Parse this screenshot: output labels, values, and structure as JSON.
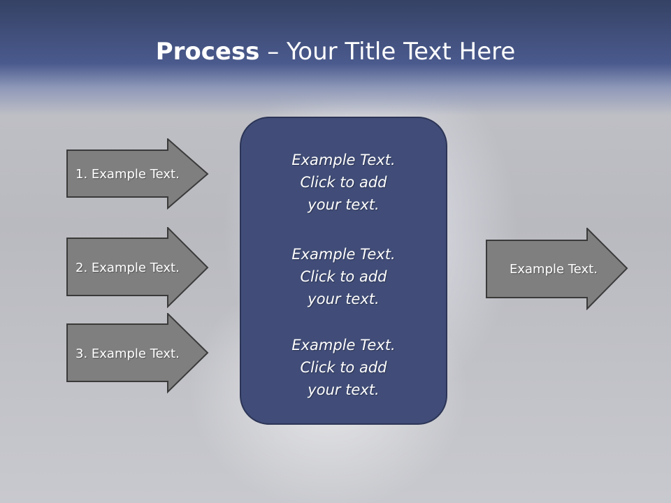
{
  "title": {
    "bold": "Process",
    "rest": " – Your Title Text Here"
  },
  "left_arrows": [
    {
      "label": "1. Example Text."
    },
    {
      "label": "2. Example Text."
    },
    {
      "label": "3. Example Text."
    }
  ],
  "center_blocks": [
    {
      "line1": "Example Text.",
      "line2": "Click  to add",
      "line3": "your text."
    },
    {
      "line1": "Example Text.",
      "line2": "Click  to add",
      "line3": "your text."
    },
    {
      "line1": "Example Text.",
      "line2": "Click  to add",
      "line3": "your text."
    }
  ],
  "right_arrow": {
    "label": "Example Text."
  },
  "colors": {
    "title_band": "#3f4c7a",
    "center_box": "#414d78",
    "arrow_fill": "#7f7f7f",
    "arrow_stroke": "#3a3a3a"
  }
}
